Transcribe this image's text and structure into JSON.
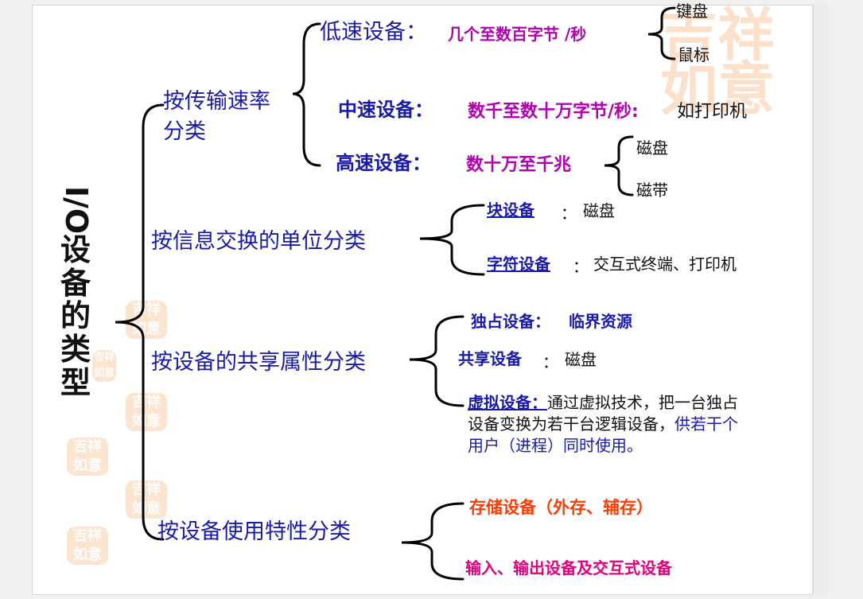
{
  "root": {
    "io": "I/O",
    "rest": [
      "设",
      "备",
      "的",
      "类",
      "型"
    ]
  },
  "watermark": "吉祥如意",
  "categories": {
    "rate": {
      "label_line1": "按传输速率",
      "label_line2": "分类",
      "low": {
        "label": "低速设备：",
        "desc": "几个至数百字节 /秒",
        "examples": [
          "键盘",
          "鼠标"
        ]
      },
      "medium": {
        "label": "中速设备：",
        "desc": "数千至数十万字节/秒:",
        "example": "如打印机"
      },
      "high": {
        "label": "高速设备：",
        "desc": "数十万至千兆",
        "examples": [
          "磁盘",
          "磁带"
        ]
      }
    },
    "unit": {
      "label": "按信息交换的单位分类",
      "block": {
        "label": "块设备",
        "sep": "：",
        "example": "磁盘"
      },
      "char": {
        "label": "字符设备",
        "sep": "：",
        "example": "交互式终端、打印机"
      }
    },
    "share": {
      "label": "按设备的共享属性分类",
      "exclusive": {
        "label": "独占设备：",
        "example": "临界资源"
      },
      "shared": {
        "label": "共享设备",
        "sep": "：",
        "example": "磁盘"
      },
      "virtual": {
        "label": "虚拟设备：",
        "desc_black": "通过虚拟技术，把一台独占设备变换为若干台逻辑设备，",
        "desc_blue": "供若干个用户（进程）同时使用。"
      }
    },
    "usage": {
      "label": "按设备使用特性分类",
      "storage": "存储设备（外存、辅存）",
      "io": "输入、输出设备及交互式设备"
    }
  }
}
